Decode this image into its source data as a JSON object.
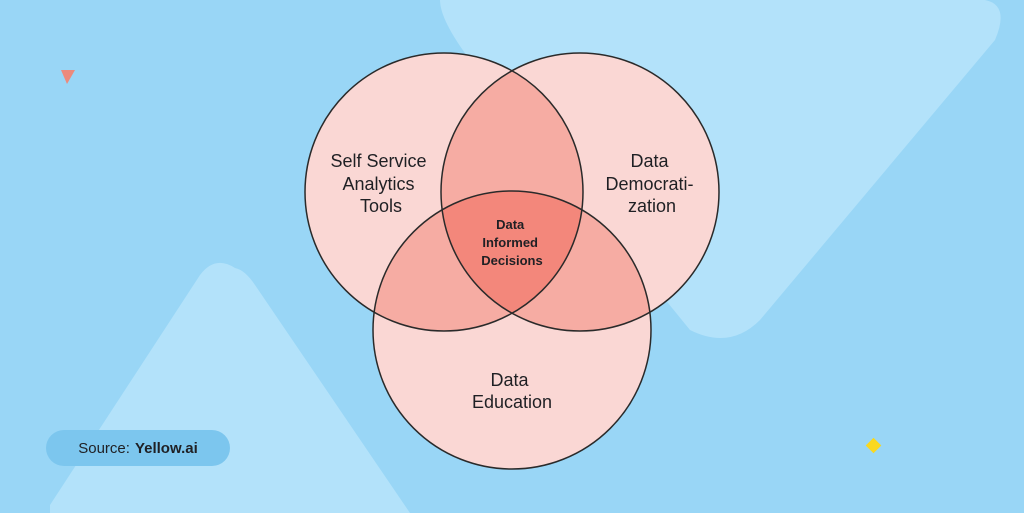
{
  "diagram": {
    "type": "venn-3",
    "sets": [
      {
        "id": "self-service",
        "lines": [
          "Self Service",
          "Analytics",
          "Tools"
        ]
      },
      {
        "id": "democratization",
        "lines": [
          "Data",
          "Democrati-",
          "zation"
        ]
      },
      {
        "id": "education",
        "lines": [
          "Data",
          "Education"
        ]
      }
    ],
    "intersection": {
      "lines": [
        "Data",
        "Informed",
        "Decisions"
      ]
    }
  },
  "source": {
    "label": "Source:",
    "brand": "Yellow.ai"
  },
  "colors": {
    "background": "#99d6f6",
    "shape_light": "#b3e2fa",
    "circle_fill": "#fad7d4",
    "pair_overlap": "#f6aca3",
    "center_overlap": "#f3877b",
    "outline": "#2a2a2a",
    "accent_triangle": "#ec8a7c",
    "accent_diamond": "#f9d81f",
    "pill": "#7cc6ee"
  }
}
